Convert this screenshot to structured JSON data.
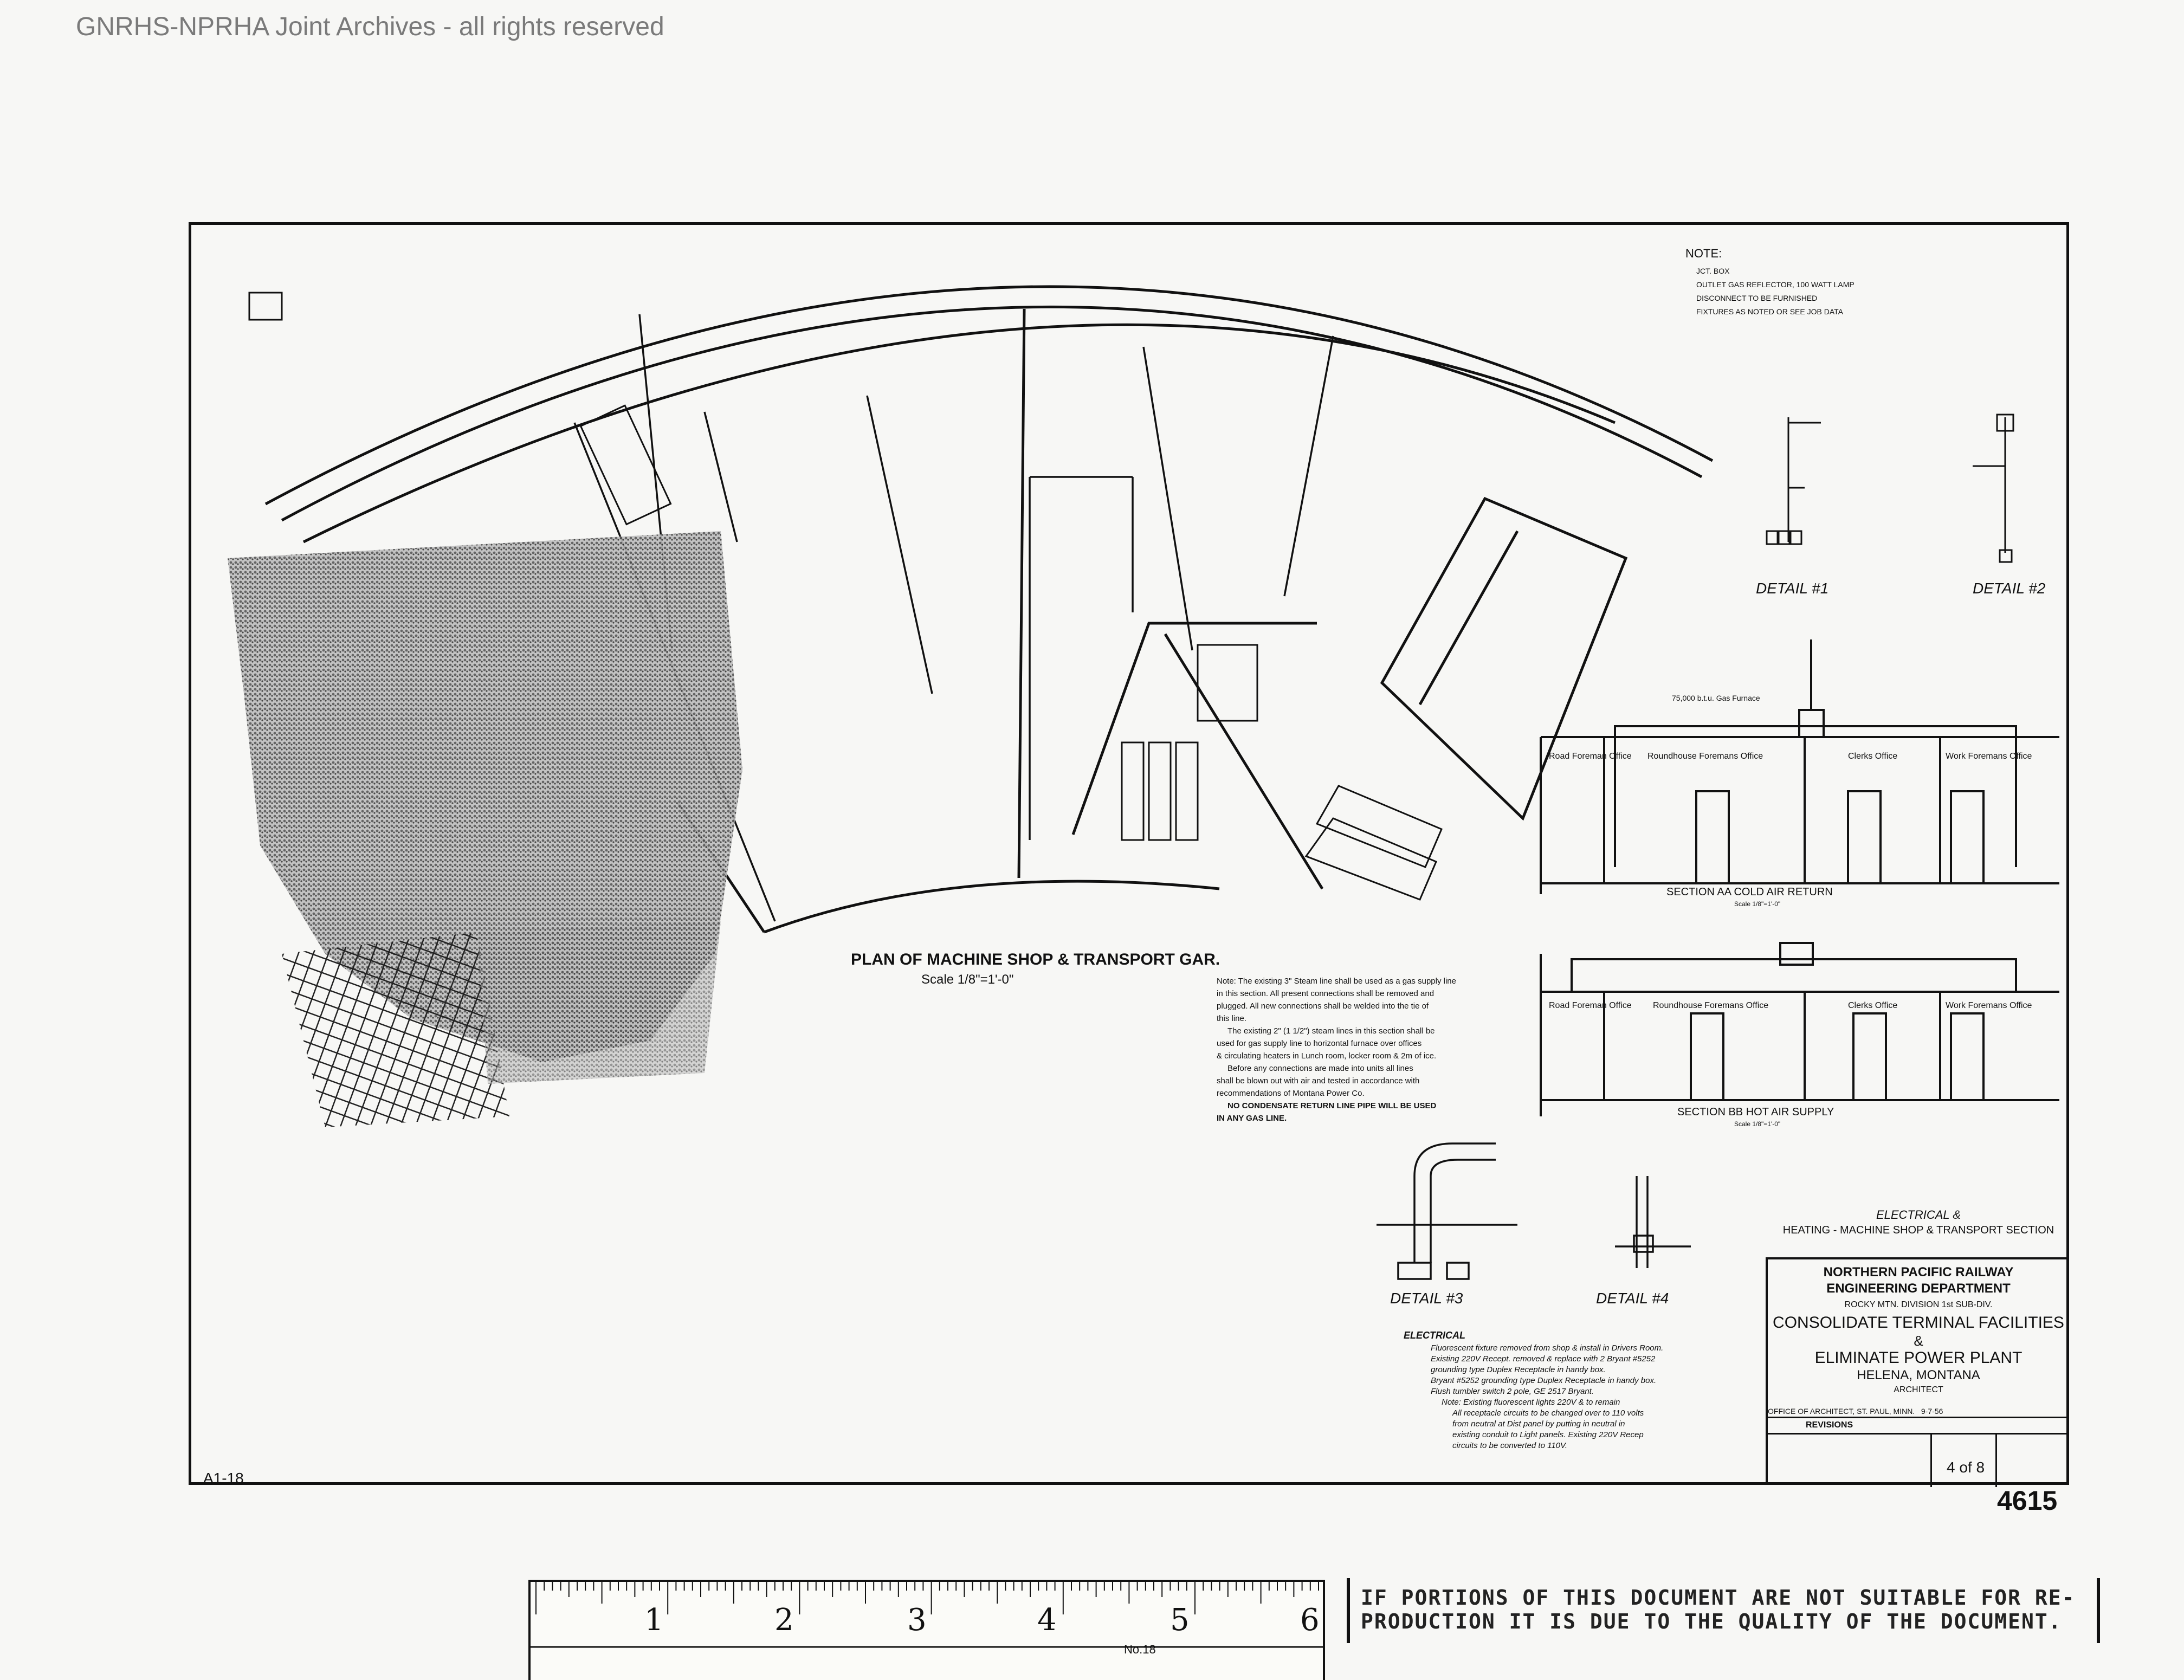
{
  "watermark": "GNRHS-NPRHA Joint Archives - all rights reserved",
  "plan": {
    "title": "PLAN OF MACHINE SHOP & TRANSPORT GAR.",
    "scale": "Scale 1/8\"=1'-0\""
  },
  "notes_header": "NOTE:",
  "legend": [
    "JCT. BOX",
    "OUTLET GAS REFLECTOR, 100 WATT LAMP",
    "DISCONNECT TO BE FURNISHED",
    "FIXTURES AS NOTED OR SEE JOB DATA"
  ],
  "details": {
    "detail1": "DETAIL #1",
    "detail2": "DETAIL #2",
    "detail3": "DETAIL #3",
    "detail4": "DETAIL #4"
  },
  "section_aa": {
    "title": "SECTION AA COLD AIR RETURN",
    "scale": "Scale 1/8\"=1'-0\"",
    "furnace": "75,000 b.t.u. Gas Furnace",
    "rooms": [
      "Road Foreman Office",
      "Roundhouse Foremans Office",
      "Clerks Office",
      "Work Foremans Office"
    ]
  },
  "section_bb": {
    "title": "SECTION BB HOT AIR SUPPLY",
    "scale": "Scale 1/8\"=1'-0\"",
    "rooms": [
      "Road Foreman Office",
      "Roundhouse Foremans Office",
      "Clerks Office",
      "Work Foremans Office"
    ]
  },
  "gas_note": [
    "Note: The existing 3\" Steam line shall be used as a gas supply line",
    "in this section. All present connections shall be removed and",
    "plugged. All new connections shall be welded into the tie of",
    "this line.",
    "The existing 2\" (1 1/2\") steam lines in this section shall be",
    "used for gas supply line to horizontal furnace over offices",
    "& circulating heaters in Lunch room, locker room & 2m of ice.",
    "Before any connections are made into units all lines",
    "shall be blown out with air and tested in accordance with",
    "recommendations of Montana Power Co.",
    "NO CONDENSATE RETURN LINE PIPE WILL BE USED",
    "IN ANY GAS LINE."
  ],
  "electrical_notes": {
    "header": "ELECTRICAL",
    "lines": [
      "Fluorescent fixture removed from shop & install in Drivers Room.",
      "Existing 220V Recept. removed & replace with 2 Bryant #5252",
      "grounding type Duplex Receptacle in handy box.",
      "Bryant #5252 grounding type Duplex Receptacle in handy box.",
      "Flush tumbler switch 2 pole, GE 2517 Bryant.",
      "Note: Existing fluorescent lights 220V & to remain",
      "All receptacle circuits to be changed over to 110 volts",
      "from neutral at Dist panel by putting in neutral in",
      "existing conduit to Light panels. Existing 220V Recep",
      "circuits to be converted to 110V."
    ]
  },
  "title_block": {
    "caption_1": "ELECTRICAL &",
    "caption_2": "HEATING - MACHINE SHOP & TRANSPORT SECTION",
    "company": "NORTHERN PACIFIC RAILWAY",
    "department": "ENGINEERING DEPARTMENT",
    "division": "ROCKY MTN. DIVISION  1st SUB-DIV.",
    "project_1": "CONSOLIDATE TERMINAL FACILITIES",
    "project_amp": "&",
    "project_2": "ELIMINATE POWER PLANT",
    "location": "HELENA, MONTANA",
    "architect": "ARCHITECT",
    "office": "OFFICE OF ARCHITECT, ST. PAUL, MINN.",
    "date": "9-7-56",
    "revisions_label": "REVISIONS",
    "sheet": "4 of 8"
  },
  "sheet_corner_left": "A1-18",
  "sheet_corner_right": "4615",
  "ruler": {
    "numbers": [
      "1",
      "2",
      "3",
      "4",
      "5",
      "6"
    ],
    "model": "No.18"
  },
  "notice": [
    "IF PORTIONS OF THIS DOCUMENT ARE NOT SUITABLE FOR RE-",
    "PRODUCTION IT IS DUE TO THE QUALITY OF THE DOCUMENT."
  ]
}
